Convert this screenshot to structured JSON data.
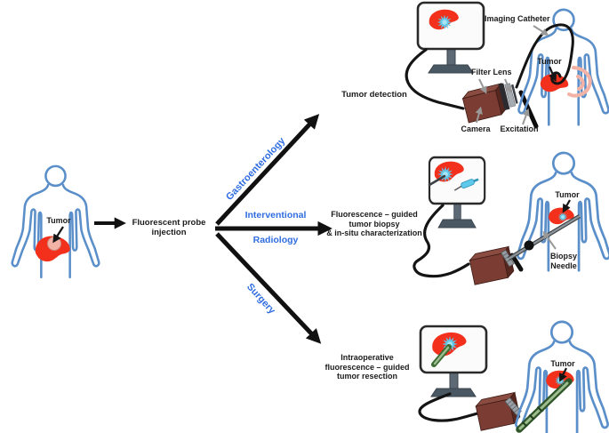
{
  "colors": {
    "body_outline": "#5b8fc9",
    "liver_red": "#f2301c",
    "tumor_pink": "#f3b2a6",
    "fluorescence_cyan": "#5ec9ea",
    "branch_text_blue": "#2f6de0",
    "camera_maroon": "#7a3c33",
    "arrow_black": "#111111",
    "pointer_gray": "#999999",
    "probe_green": "#3c6b33"
  },
  "patient_left": {
    "tumor": "Tumor"
  },
  "injection": {
    "line1": "Fluorescent probe",
    "line2": "injection"
  },
  "branches": {
    "gastroenterology": {
      "label": "Gastroenterology"
    },
    "interventional_radiology": {
      "label_line1": "Interventional",
      "label_line2": "Radiology"
    },
    "surgery": {
      "label": "Surgery"
    }
  },
  "panel_top": {
    "outcome": "Tumor detection",
    "imaging_catheter": "Imaging Catheter",
    "filter": "Filter",
    "lens": "Lens",
    "camera": "Camera",
    "excitation": "Excitation",
    "tumor": "Tumor"
  },
  "panel_middle": {
    "outcome_line1": "Fluorescence – guided",
    "outcome_line2": "tumor biopsy",
    "outcome_line3": "& in-situ characterization",
    "tumor": "Tumor",
    "biopsy_needle_line1": "Biopsy",
    "biopsy_needle_line2": "Needle"
  },
  "panel_bottom": {
    "outcome_line1": "Intraoperative",
    "outcome_line2": "fluorescence – guided",
    "outcome_line3": "tumor resection",
    "tumor": "Tumor"
  }
}
